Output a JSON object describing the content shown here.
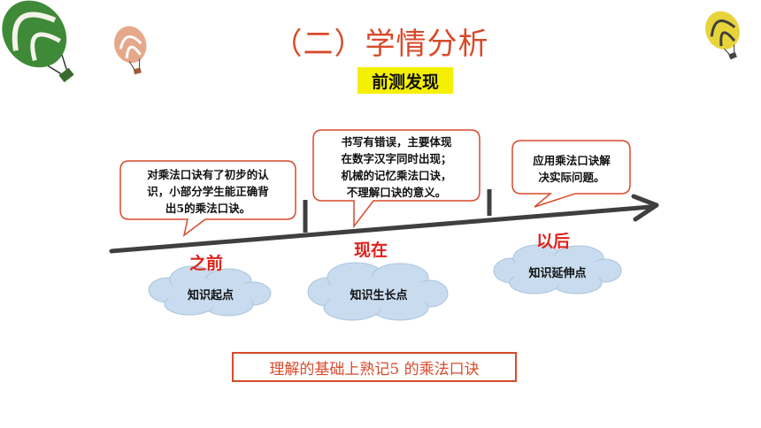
{
  "title": "（二）学情分析",
  "badge": "前测发现",
  "bubbles": {
    "before": [
      "对乘法口诀有了初步的认",
      "识，小部分学生能正确背",
      "出5的乘法口诀。"
    ],
    "now": [
      "书写有错误，主要体现",
      "在数字汉字同时出现；",
      "机械的记忆乘法口诀，",
      "不理解口诀的意义。"
    ],
    "after": [
      "应用乘法口诀解",
      "决实际问题。"
    ]
  },
  "stages": {
    "before": "之前",
    "now": "现在",
    "after": "以后"
  },
  "clouds": {
    "before": "知识起点",
    "now": "知识生长点",
    "after": "知识延伸点"
  },
  "summary": "理解的基础上熟记5 的乘法口诀",
  "colors": {
    "title": "#d84a2b",
    "badge_bg": "#f5f000",
    "stage": "#e0211b",
    "timeline": "#3f3f3f",
    "cloud": "#c9dcef"
  }
}
